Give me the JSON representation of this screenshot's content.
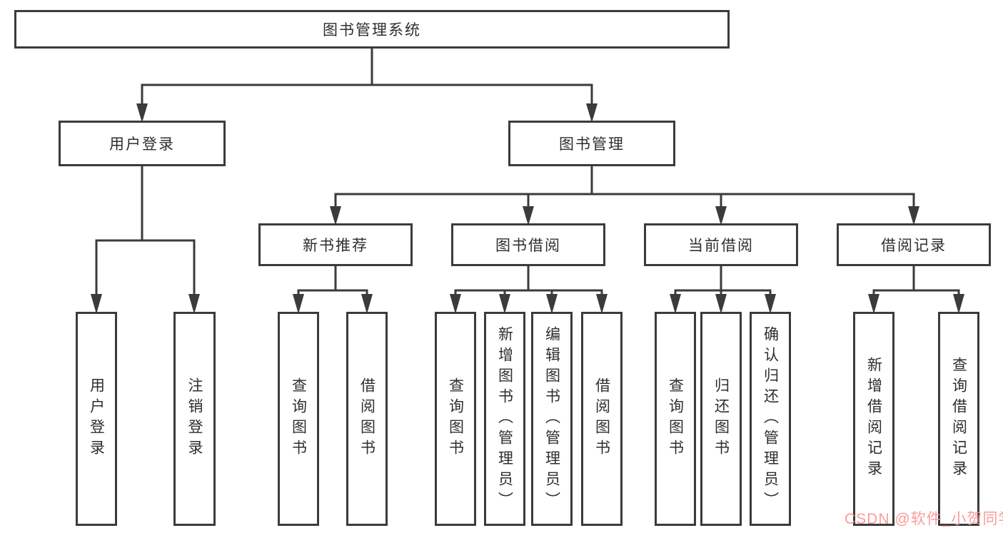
{
  "diagram": {
    "root": {
      "label": "图书管理系统"
    },
    "branches": [
      {
        "label": "用户登录",
        "children": [
          {
            "label": "用户登录"
          },
          {
            "label": "注销登录"
          }
        ]
      },
      {
        "label": "图书管理",
        "children": [
          {
            "label": "新书推荐",
            "children": [
              {
                "label": "查询图书"
              },
              {
                "label": "借阅图书"
              }
            ]
          },
          {
            "label": "图书借阅",
            "children": [
              {
                "label": "查询图书"
              },
              {
                "label": "新增图书（管理员）"
              },
              {
                "label": "编辑图书（管理员）"
              },
              {
                "label": "借阅图书"
              }
            ]
          },
          {
            "label": "当前借阅",
            "children": [
              {
                "label": "查询图书"
              },
              {
                "label": "归还图书"
              },
              {
                "label": "确认归还（管理员）"
              }
            ]
          },
          {
            "label": "借阅记录",
            "children": [
              {
                "label": "新增借阅记录"
              },
              {
                "label": "查询借阅记录"
              }
            ]
          }
        ]
      }
    ]
  },
  "watermark": {
    "text": "CSDN @软件_小贺同学",
    "color": "#fa9191"
  },
  "colors": {
    "line": "#3b3b3b",
    "text": "#2e2e2e",
    "box_background": "#ffffff",
    "page_background": "#ffffff"
  }
}
